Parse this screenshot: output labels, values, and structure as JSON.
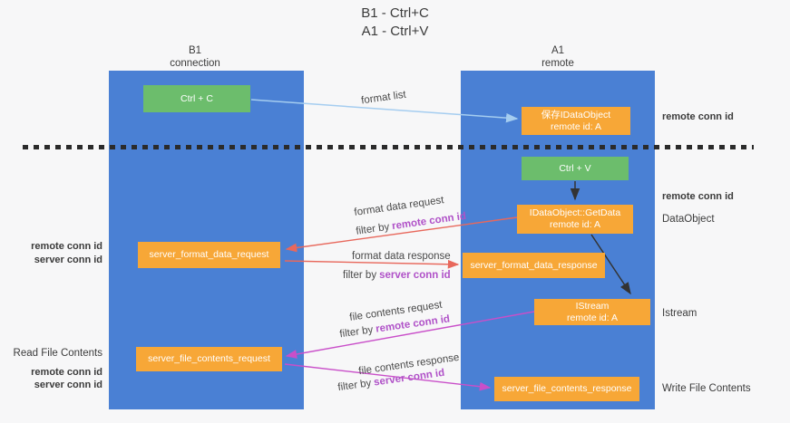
{
  "title": {
    "line1": "B1 - Ctrl+C",
    "line2": "A1 - Ctrl+V"
  },
  "columns": {
    "b1": {
      "name": "B1",
      "role": "connection"
    },
    "a1": {
      "name": "A1",
      "role": "remote"
    }
  },
  "nodes": {
    "ctrl_c": "Ctrl + C",
    "ctrl_v": "Ctrl + V",
    "save_dataobject_line1": "保存IDataObject",
    "save_dataobject_line2": "remote id: A",
    "getdata_line1": "IDataObject::GetData",
    "getdata_line2": "remote id: A",
    "istream_line1": "IStream",
    "istream_line2": "remote id: A",
    "server_format_data_request": "server_format_data_request",
    "server_format_data_response": "server_format_data_response",
    "server_file_contents_request": "server_file_contents_request",
    "server_file_contents_response": "server_file_contents_response"
  },
  "flows": {
    "format_list": "format list",
    "format_data_request": "format data request",
    "format_data_response": "format data response",
    "file_contents_request": "file contents request",
    "file_contents_response": "file contents response"
  },
  "terms": {
    "filter_by": "filter by",
    "remote_conn_id": "remote conn id",
    "server_conn_id": "server conn id"
  },
  "annotations": {
    "left": {
      "read_file_contents": "Read File Contents"
    },
    "right": {
      "dataobject": "DataObject",
      "istream": "Istream",
      "write_file_contents": "Write File Contents"
    }
  },
  "colors": {
    "background": "#f7f7f8",
    "column_blue": "#4a80d4",
    "node_orange": "#f7a737",
    "node_green": "#6cbd6c",
    "accent_purple": "#b052c8",
    "accent_green": "#57b35c",
    "arrow_red": "#e8685c",
    "arrow_magenta": "#c94fc9",
    "arrow_blue": "#a5cdf0",
    "arrow_black": "#333333",
    "divider_black": "#2b2b2b"
  }
}
